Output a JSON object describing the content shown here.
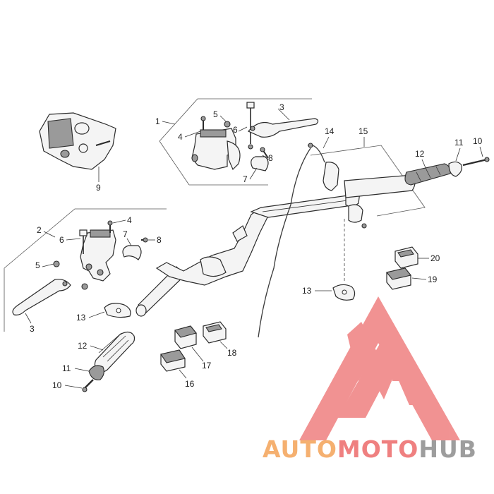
{
  "callouts": {
    "c1": "1",
    "c2": "2",
    "c3a": "3",
    "c3b": "3",
    "c4a": "4",
    "c4b": "4",
    "c5a": "5",
    "c5b": "5",
    "c6a": "6",
    "c6b": "6",
    "c7a": "7",
    "c7b": "7",
    "c8a": "8",
    "c8b": "8",
    "c9": "9",
    "c10a": "10",
    "c10b": "10",
    "c11a": "11",
    "c11b": "11",
    "c12a": "12",
    "c12b": "12",
    "c13a": "13",
    "c13b": "13",
    "c14": "14",
    "c15": "15",
    "c16": "16",
    "c17": "17",
    "c18": "18",
    "c19": "19",
    "c20": "20"
  },
  "watermark": {
    "part1": "AUTO",
    "part2": "MOTO",
    "part3": "HUB",
    "color_orange": "#f5b070",
    "color_red": "#ef8080",
    "color_gray": "#9d9d9d"
  }
}
